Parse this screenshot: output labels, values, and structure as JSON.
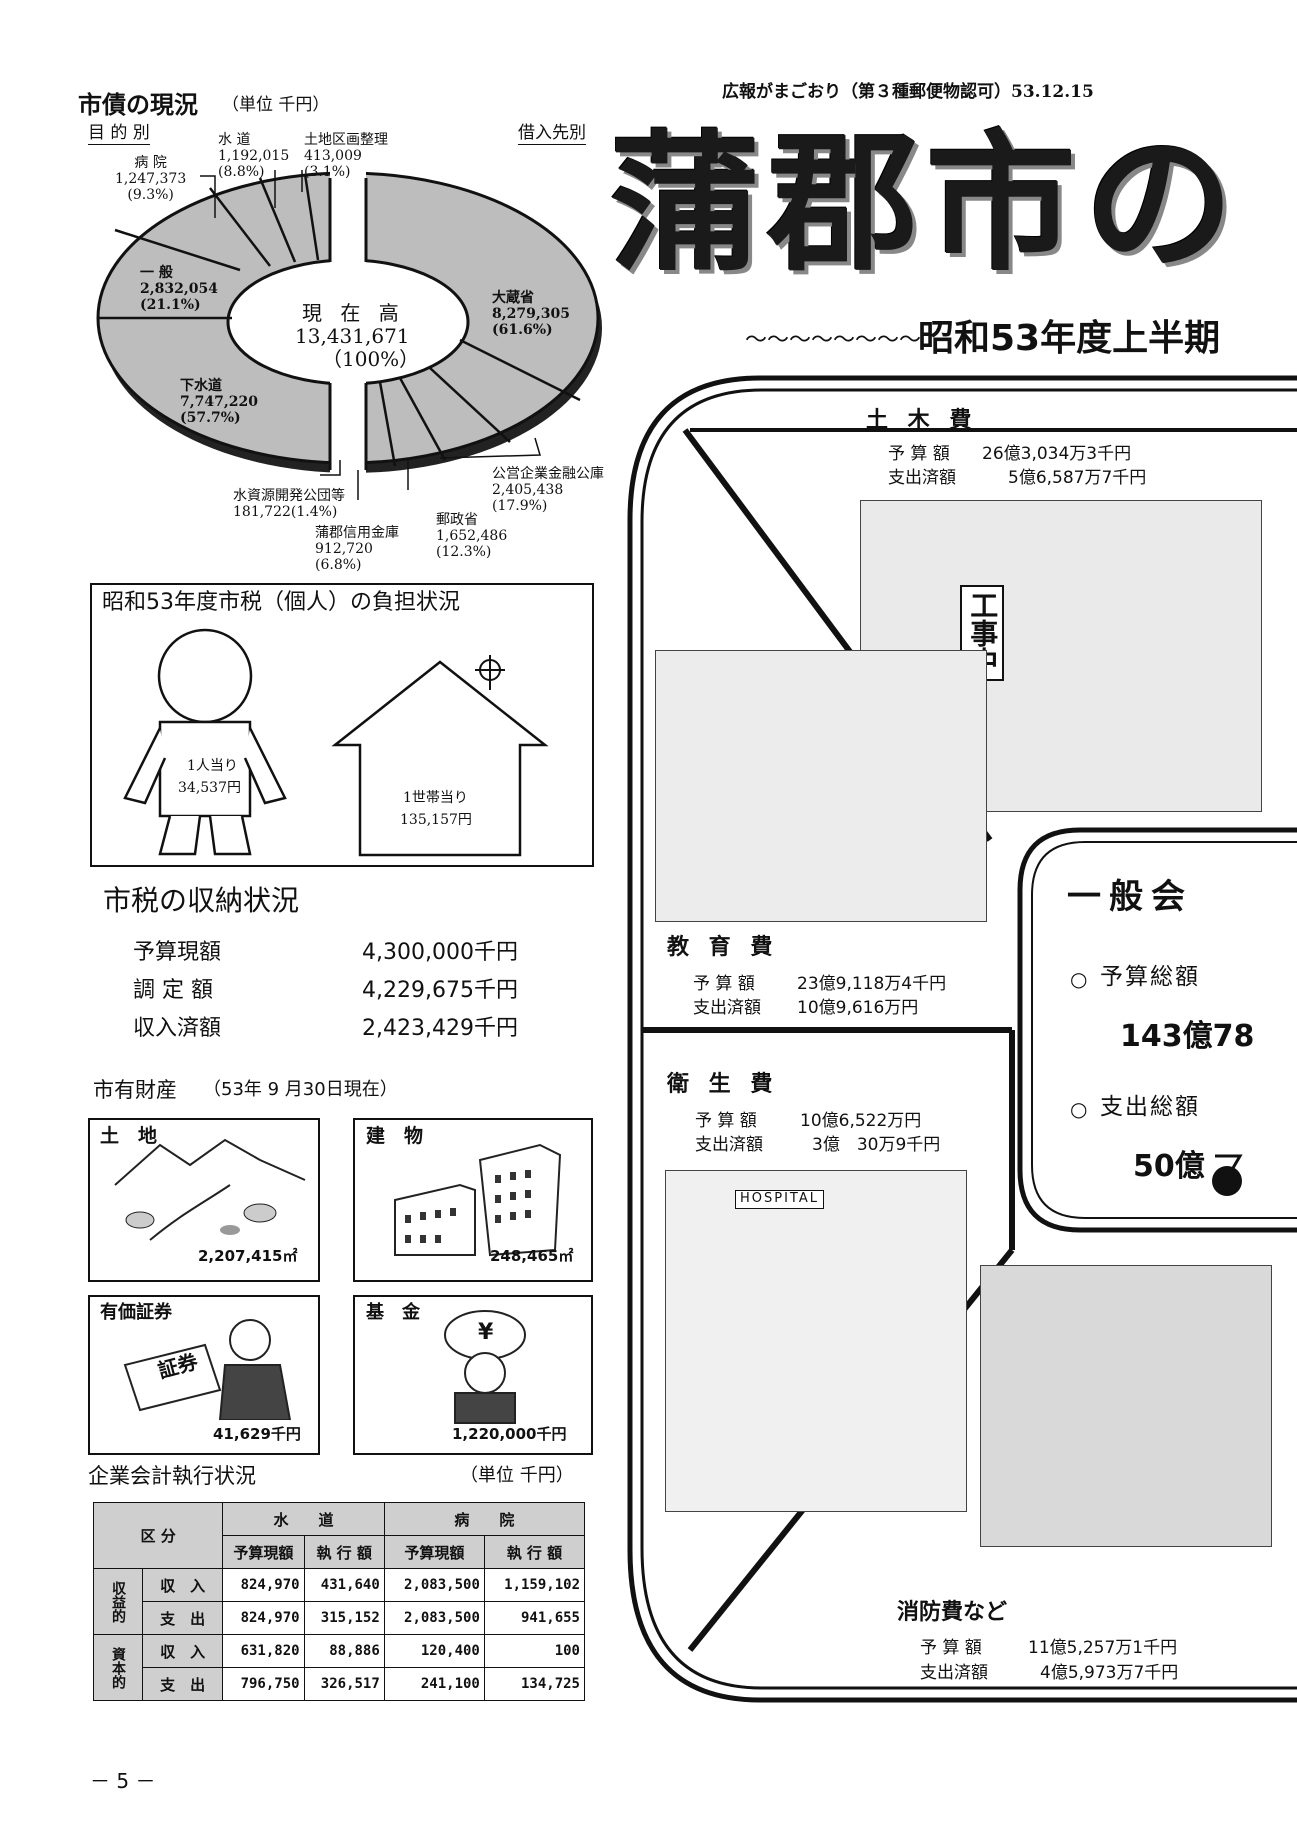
{
  "header": {
    "publication": "広報がまごおり（第３種郵便物認可）53.12.15",
    "main_title": "蒲郡市の",
    "period_wave": "〜〜〜〜〜〜〜〜",
    "period": "昭和53年度上半期"
  },
  "debt": {
    "title": "市債の現況",
    "unit": "（単位 千円）",
    "by_purpose": "目 的 別",
    "by_lender": "借入先別",
    "center": {
      "label": "現 在 高",
      "value": "13,431,671",
      "pct": "（100%）"
    },
    "labels": [
      {
        "name": "病 院",
        "value": "1,247,373",
        "pct": "(9.3%)"
      },
      {
        "name": "水 道",
        "value": "1,192,015",
        "pct": "(8.8%)"
      },
      {
        "name": "土地区画整理",
        "value": "413,009",
        "pct": "(3.1%)"
      },
      {
        "name": "一 般",
        "value": "2,832,054",
        "pct": "(21.1%)"
      },
      {
        "name": "下水道",
        "value": "7,747,220",
        "pct": "(57.7%)"
      },
      {
        "name": "大蔵省",
        "value": "8,279,305",
        "pct": "(61.6%)"
      },
      {
        "name": "公営企業金融公庫",
        "value": "2,405,438",
        "pct": "(17.9%)"
      },
      {
        "name": "郵政省",
        "value": "1,652,486",
        "pct": "(12.3%)"
      },
      {
        "name": "蒲郡信用金庫",
        "value": "912,720",
        "pct": "(6.8%)"
      },
      {
        "name": "水資源開発公団等",
        "value": "181,722(1.4%)",
        "pct": ""
      }
    ]
  },
  "chart_data": [
    {
      "type": "pie",
      "title": "目的別",
      "categories": [
        "病院",
        "水道",
        "土地区画整理",
        "一般",
        "下水道"
      ],
      "values": [
        1247373,
        1192015,
        413009,
        2832054,
        7747220
      ],
      "percent": [
        9.3,
        8.8,
        3.1,
        21.1,
        57.7
      ]
    },
    {
      "type": "pie",
      "title": "借入先別",
      "categories": [
        "大蔵省",
        "公営企業金融公庫",
        "郵政省",
        "蒲郡信用金庫",
        "水資源開発公団等"
      ],
      "values": [
        8279305,
        2405438,
        1652486,
        912720,
        181722
      ],
      "percent": [
        61.6,
        17.9,
        12.3,
        6.8,
        1.4
      ]
    }
  ],
  "tax_burden": {
    "title": "昭和53年度市税（個人）の負担状況",
    "per_person_label": "1人当り",
    "per_person_value": "34,537円",
    "per_household_label": "1世帯当り",
    "per_household_value": "135,157円"
  },
  "tax_collection": {
    "title": "市税の収納状況",
    "rows": [
      {
        "label": "予算現額",
        "value": "4,300,000千円"
      },
      {
        "label": "調 定 額",
        "value": "4,229,675千円"
      },
      {
        "label": "収入済額",
        "value": "2,423,429千円"
      }
    ]
  },
  "property": {
    "title": "市有財産",
    "date": "（53年 9 月30日現在）",
    "items": [
      {
        "label": "土　地",
        "value": "2,207,415㎡"
      },
      {
        "label": "建　物",
        "value": "248,465㎡"
      },
      {
        "label": "有価証券",
        "value": "41,629千円"
      },
      {
        "label": "基　金",
        "value": "1,220,000千円"
      }
    ],
    "securities_tag": "証券",
    "fund_tag": "¥"
  },
  "enterprise": {
    "title": "企業会計執行状況",
    "unit": "（単位 千円）",
    "head_category": "区 分",
    "head_water": "水　　道",
    "head_hospital": "病　　院",
    "sub_budget": "予算現額",
    "sub_exec": "執 行 額",
    "group_revenue": "収益的",
    "group_capital": "資本的",
    "row_in": "収　入",
    "row_out": "支　出",
    "rows": [
      [
        "824,970",
        "431,640",
        "2,083,500",
        "1,159,102"
      ],
      [
        "824,970",
        "315,152",
        "2,083,500",
        "941,655"
      ],
      [
        "631,820",
        "88,886",
        "120,400",
        "100"
      ],
      [
        "796,750",
        "326,517",
        "241,100",
        "134,725"
      ]
    ]
  },
  "page_number": "－ 5 －",
  "expenses": {
    "civil": {
      "title": "土 木 費",
      "budget_label": "予 算 額",
      "budget": "26億3,034万3千円",
      "spent_label": "支出済額",
      "spent": "5億6,587万7千円",
      "sign": "工事中"
    },
    "education": {
      "title": "教 育 費",
      "budget_label": "予 算 額",
      "budget": "23億9,118万4千円",
      "spent_label": "支出済額",
      "spent": "10億9,616万円"
    },
    "health": {
      "title": "衛 生 費",
      "budget_label": "予 算 額",
      "budget": "10億6,522万円",
      "spent_label": "支出済額",
      "spent": "3億　30万9千円",
      "sign": "HOSPITAL"
    },
    "fire": {
      "title": "消防費など",
      "budget_label": "予 算 額",
      "budget": "11億5,257万1千円",
      "spent_label": "支出済額",
      "spent": "4億5,973万7千円"
    }
  },
  "general": {
    "title": "一般会",
    "budget_total_label": "予算総額",
    "budget_total": "143億78",
    "spent_total_label": "支出総額",
    "spent_total": "50億",
    "circle_icon": "circle-bullet-icon"
  }
}
